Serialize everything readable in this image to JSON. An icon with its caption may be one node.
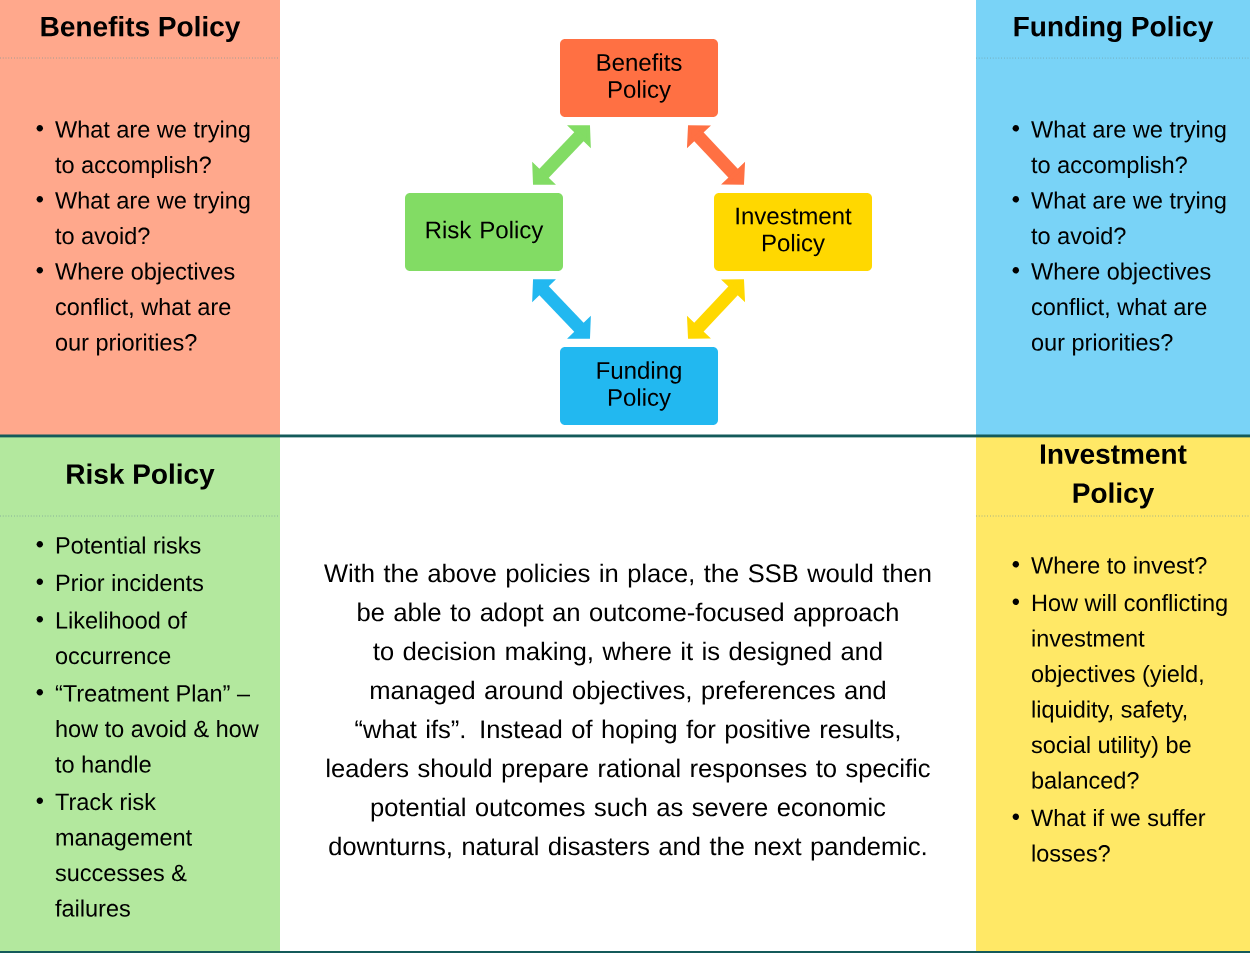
{
  "diagram": {
    "nodes": [
      {
        "text": [
          "Benefits Policy",
          "What are we trying to accomplish?",
          "What are we trying to avoid?",
          "Where objectives conflict, what are our priorities?"
        ]
      },
      {
        "text": [
          "Funding Policy",
          "What are we trying to accomplish?",
          "What are we trying to avoid?",
          "Where objectives conflict, what are our priorities?"
        ]
      },
      {
        "text": [
          "Risk Policy",
          "Potential risks",
          "Prior incidents",
          "Likelihood of occurrence",
          "“Treatment Plan” – how to avoid & how to handle",
          "Track risk management successes & failures"
        ]
      },
      {
        "text": [
          "Investment Policy",
          "Where to invest?",
          "How will conflicting investment objectives (yield, liquidity, safety, social utility) be balanced?",
          "What if we suffer losses?"
        ]
      },
      {
        "text": [
          "Benefits Policy"
        ]
      },
      {
        "text": [
          "Risk Policy"
        ]
      },
      {
        "text": [
          "Investment Policy"
        ]
      },
      {
        "text": [
          "Funding Policy"
        ]
      }
    ],
    "edges": [
      {
        "from": 4,
        "to": 5,
        "arrow": "both",
        "color": "#82dc64"
      },
      {
        "from": 4,
        "to": 6,
        "arrow": "both",
        "color": "#ff7043"
      },
      {
        "from": 5,
        "to": 7,
        "arrow": "both",
        "color": "#22b8f0"
      },
      {
        "from": 6,
        "to": 7,
        "arrow": "both",
        "color": "#ffd800"
      }
    ],
    "labels": [
      "With the above policies in place, the SSB would then be able to adopt an outcome-focused approach to decision making, where it is designed and managed around objectives, preferences and “what ifs”. Instead of hoping for positive results, leaders should prepare rational responses to specific potential outcomes such as severe economic downturns, natural disasters and the next pandemic."
    ]
  }
}
